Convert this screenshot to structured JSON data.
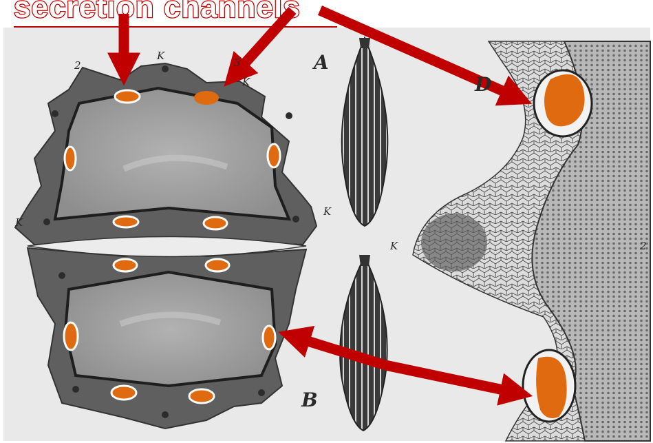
{
  "header": {
    "title": "secretion channels"
  },
  "figure": {
    "panel_labels": {
      "a": "A",
      "b": "B",
      "d": "D"
    },
    "part_labels": [
      "2",
      "3",
      "K",
      "K",
      "K",
      "K",
      "K",
      "2"
    ],
    "colors": {
      "arrow": "#c00000",
      "channel_fill": "#e06a10",
      "tissue_dark": "#5f5f5f",
      "tissue_light": "#a8a8a8",
      "background": "#e9e9e9"
    }
  }
}
